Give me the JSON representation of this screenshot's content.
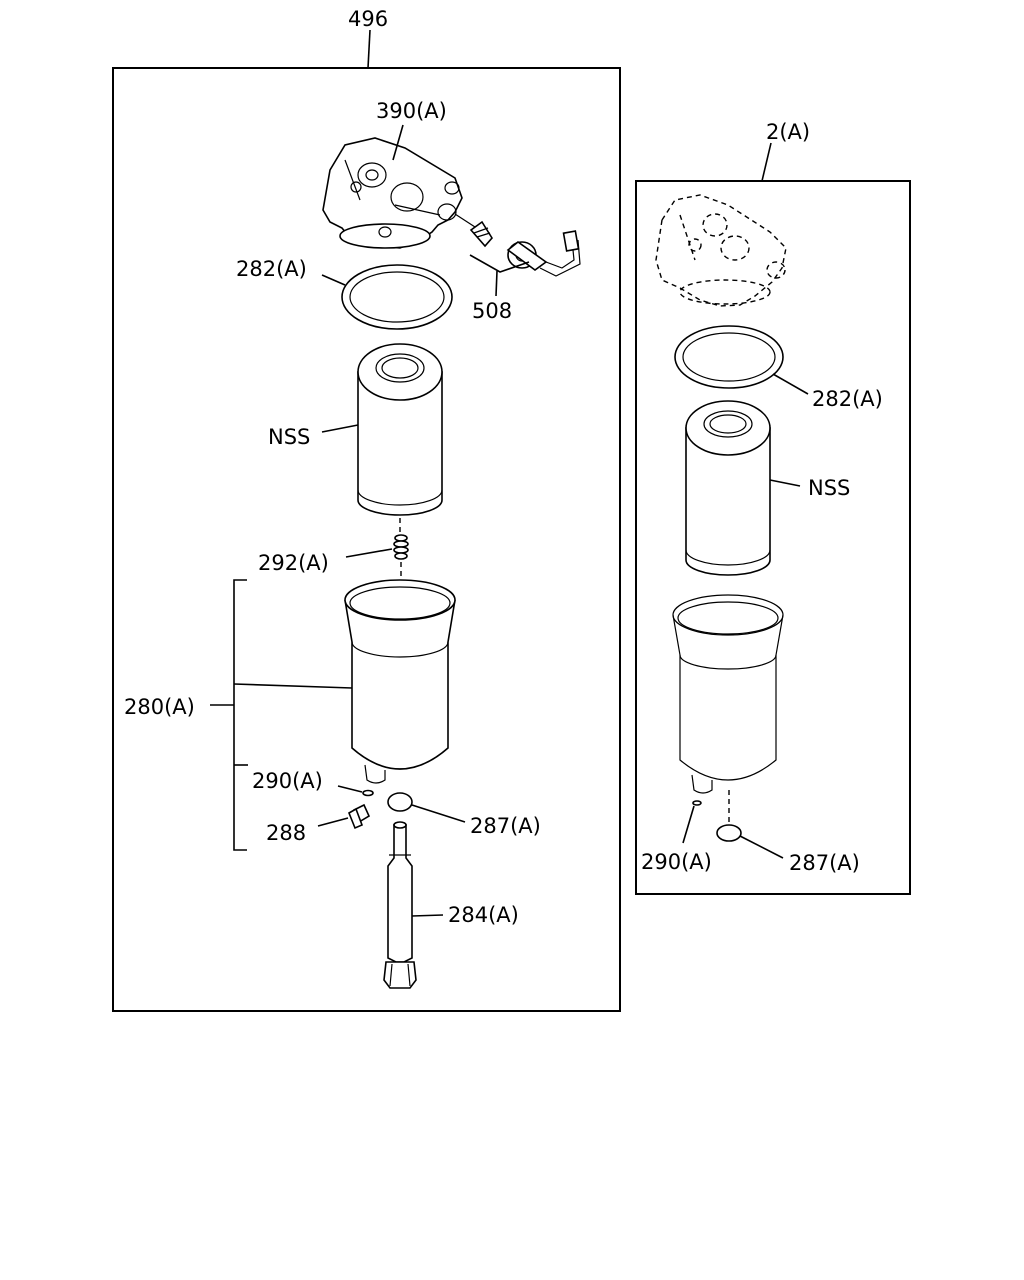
{
  "left_box": {
    "assembly_label": "496",
    "labels": {
      "head": "390(A)",
      "oring": "282(A)",
      "sensor": "508",
      "element": "NSS",
      "spring": "292(A)",
      "bowl": "280(A)",
      "small_oring": "290(A)",
      "plug": "288",
      "washer": "287(A)",
      "bolt": "284(A)"
    }
  },
  "right_box": {
    "assembly_label": "2(A)",
    "labels": {
      "oring": "282(A)",
      "element": "NSS",
      "small_oring": "290(A)",
      "washer": "287(A)"
    }
  }
}
